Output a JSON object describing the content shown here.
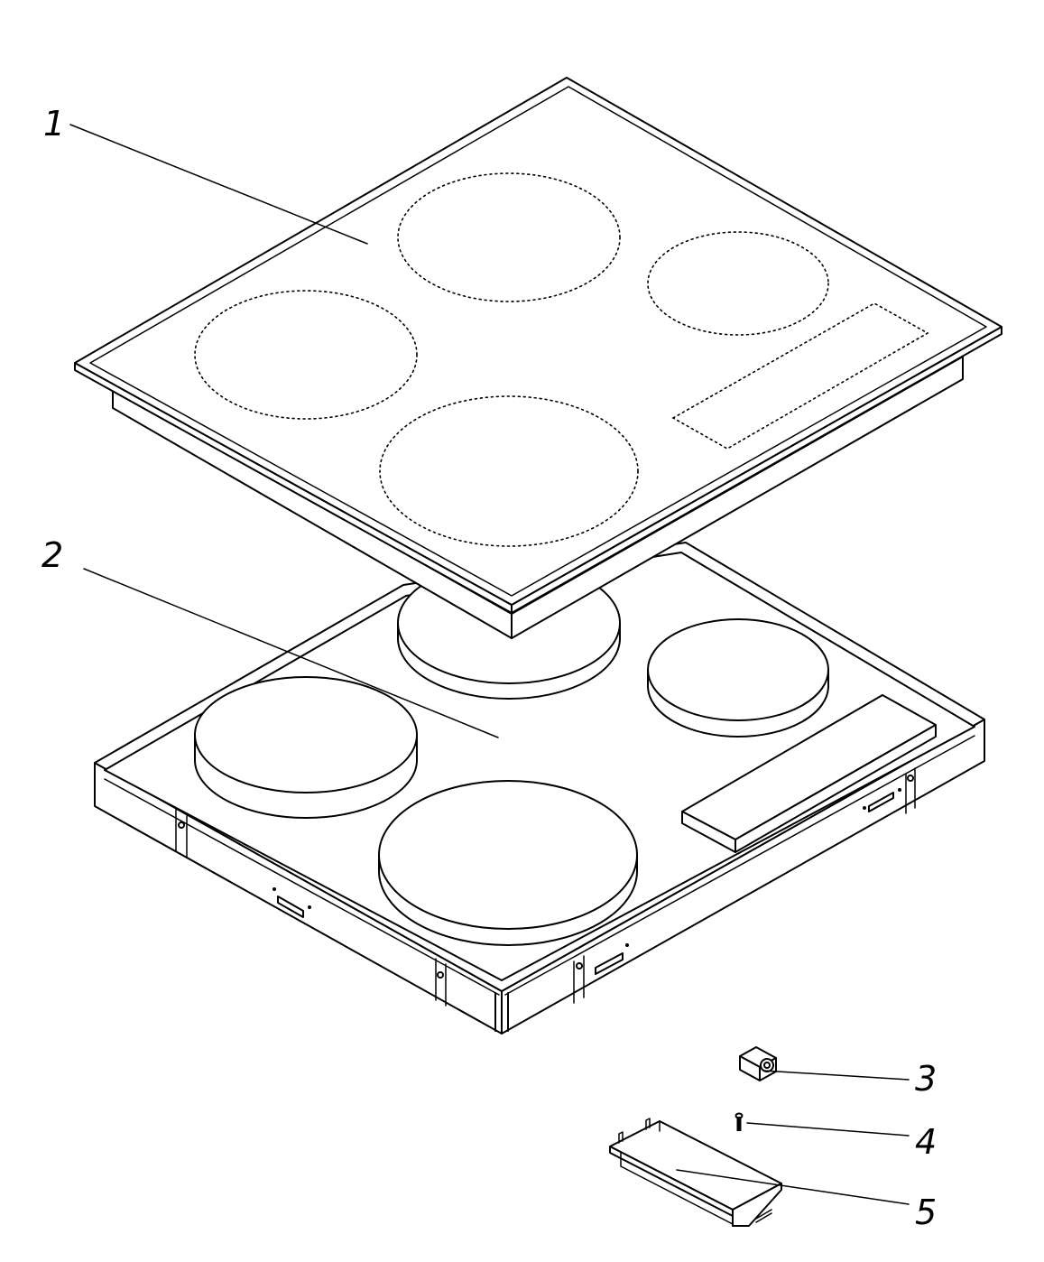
{
  "callouts": [
    {
      "id": "1",
      "text": "1"
    },
    {
      "id": "2",
      "text": "2"
    },
    {
      "id": "3",
      "text": "3"
    },
    {
      "id": "4",
      "text": "4"
    },
    {
      "id": "5",
      "text": "5"
    }
  ],
  "parts": {
    "glass_top": {
      "zones": 4,
      "control_area": true
    },
    "hob_body": {
      "zones": 4,
      "control_panel": true
    },
    "clip": true,
    "screw": true,
    "bracket": true
  },
  "colors": {
    "line": "#000000",
    "background": "#ffffff"
  }
}
